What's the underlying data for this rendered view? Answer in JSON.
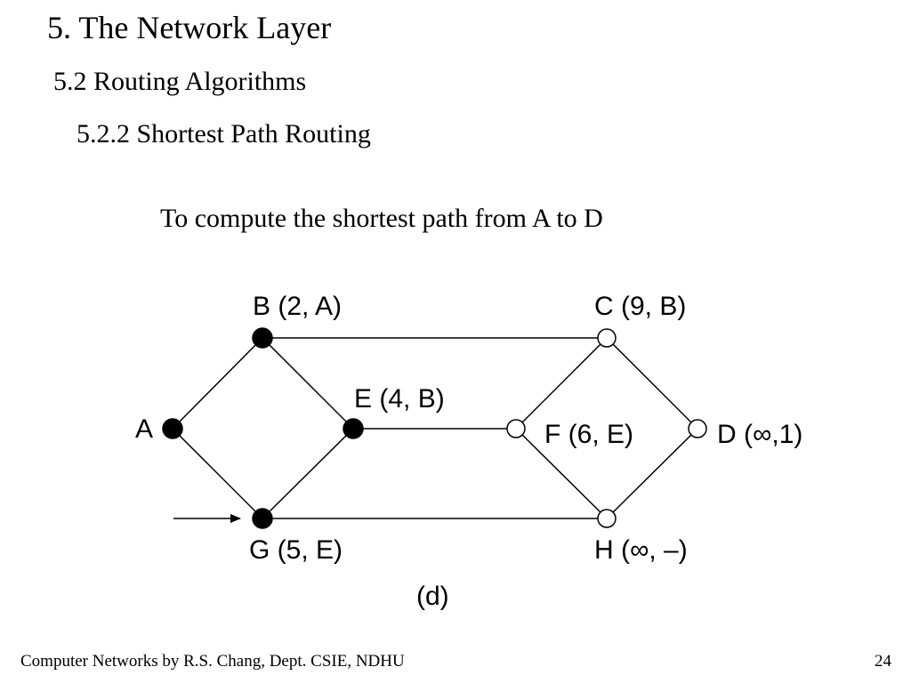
{
  "slide": {
    "title": "5. The Network Layer",
    "section": "5.2 Routing Algorithms",
    "subsection": "5.2.2 Shortest Path Routing",
    "caption": "To compute the shortest path from A to D"
  },
  "diagram": {
    "nodes": [
      {
        "id": "A",
        "label": "A",
        "state": "permanent"
      },
      {
        "id": "B",
        "label": "B (2, A)",
        "state": "permanent"
      },
      {
        "id": "C",
        "label": "C (9, B)",
        "state": "tentative"
      },
      {
        "id": "D",
        "label": "D (∞,1)",
        "state": "tentative"
      },
      {
        "id": "E",
        "label": "E (4, B)",
        "state": "permanent"
      },
      {
        "id": "F",
        "label": "F (6, E)",
        "state": "tentative"
      },
      {
        "id": "G",
        "label": "G (5, E)",
        "state": "permanent"
      },
      {
        "id": "H",
        "label": "H (∞, –)",
        "state": "tentative"
      }
    ],
    "edges": [
      [
        "A",
        "B"
      ],
      [
        "A",
        "G"
      ],
      [
        "B",
        "C"
      ],
      [
        "B",
        "E"
      ],
      [
        "E",
        "G"
      ],
      [
        "E",
        "F"
      ],
      [
        "G",
        "H"
      ],
      [
        "C",
        "F"
      ],
      [
        "C",
        "D"
      ],
      [
        "F",
        "H"
      ],
      [
        "H",
        "D"
      ]
    ],
    "current_node": "G",
    "panel_label": "(d)"
  },
  "footer": {
    "credit": "Computer Networks by R.S. Chang, Dept. CSIE, NDHU",
    "page_number": "24"
  }
}
